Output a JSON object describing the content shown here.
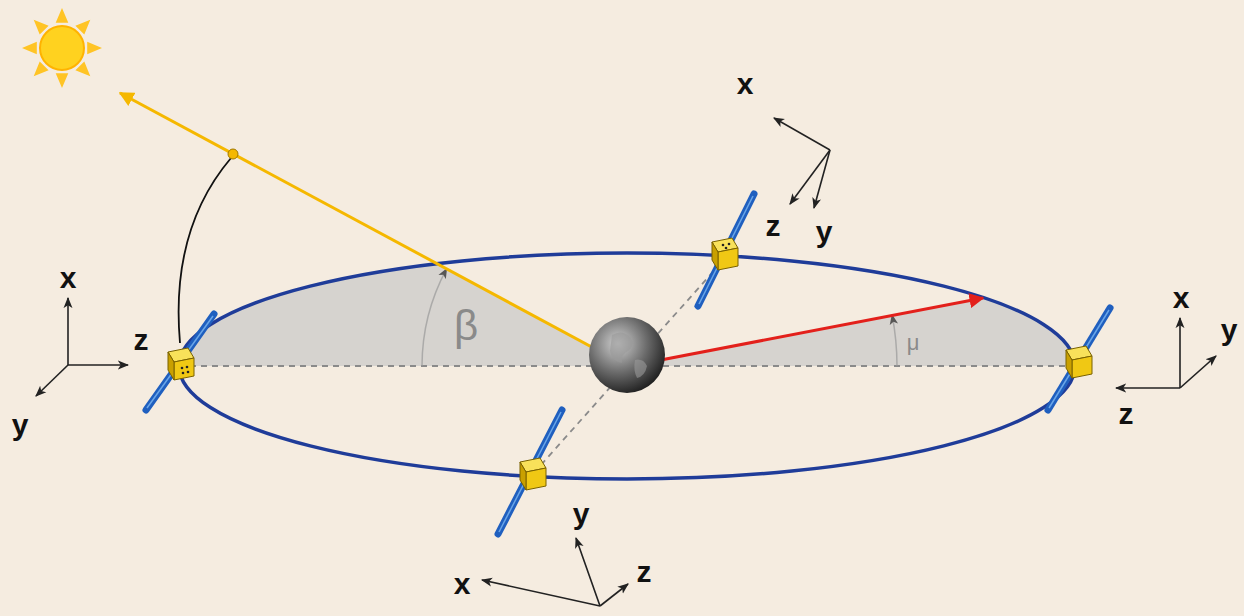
{
  "diagram": {
    "labels": [
      "x",
      "z",
      "y",
      "x",
      "z",
      "y",
      "x",
      "y",
      "z",
      "y",
      "x",
      "z",
      "β",
      "μ"
    ]
  }
}
